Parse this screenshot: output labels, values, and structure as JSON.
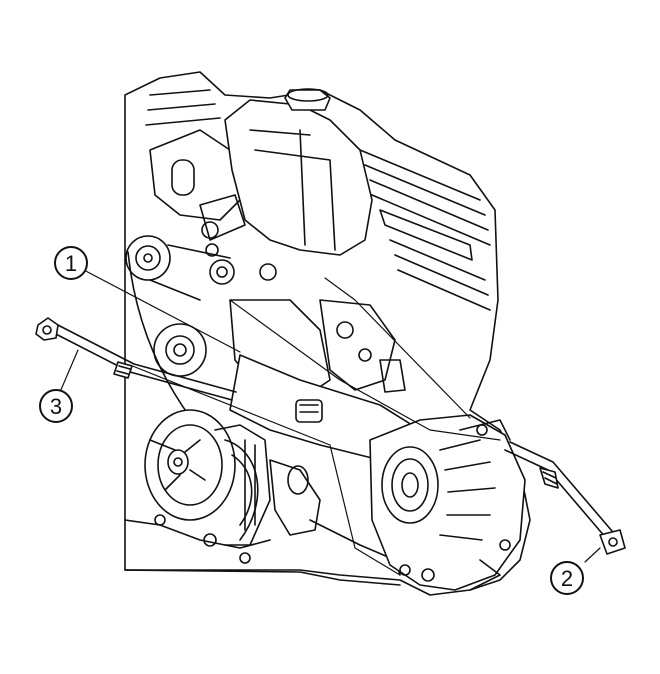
{
  "callouts": [
    {
      "id": "1",
      "label": "1"
    },
    {
      "id": "2",
      "label": "2"
    },
    {
      "id": "3",
      "label": "3"
    }
  ],
  "colors": {
    "ink": "#111111",
    "paper": "#ffffff"
  }
}
